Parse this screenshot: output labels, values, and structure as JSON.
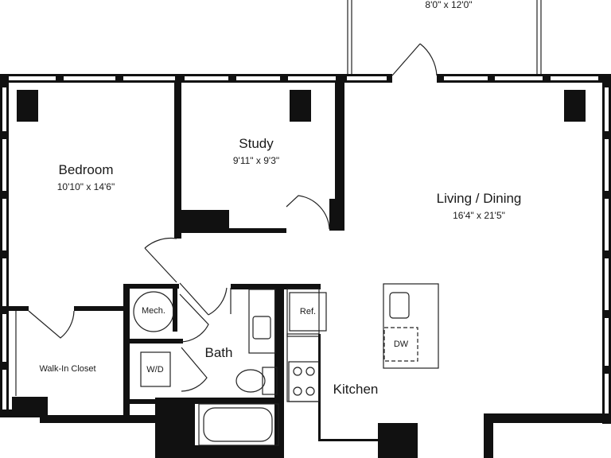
{
  "rooms": {
    "balcony": {
      "dim": "8'0\" x 12'0\""
    },
    "bedroom": {
      "name": "Bedroom",
      "dim": "10'10\" x 14'6\""
    },
    "study": {
      "name": "Study",
      "dim": "9'11\" x 9'3\""
    },
    "living": {
      "name": "Living / Dining",
      "dim": "16'4\" x 21'5\""
    },
    "bath": {
      "name": "Bath"
    },
    "kitchen": {
      "name": "Kitchen"
    },
    "closet": {
      "name": "Walk-In Closet"
    }
  },
  "fixtures": {
    "mech": "Mech.",
    "wd": "W/D",
    "ref": "Ref.",
    "dw": "DW"
  },
  "colors": {
    "wall": "#111111",
    "line": "#222222",
    "background": "#ffffff"
  }
}
